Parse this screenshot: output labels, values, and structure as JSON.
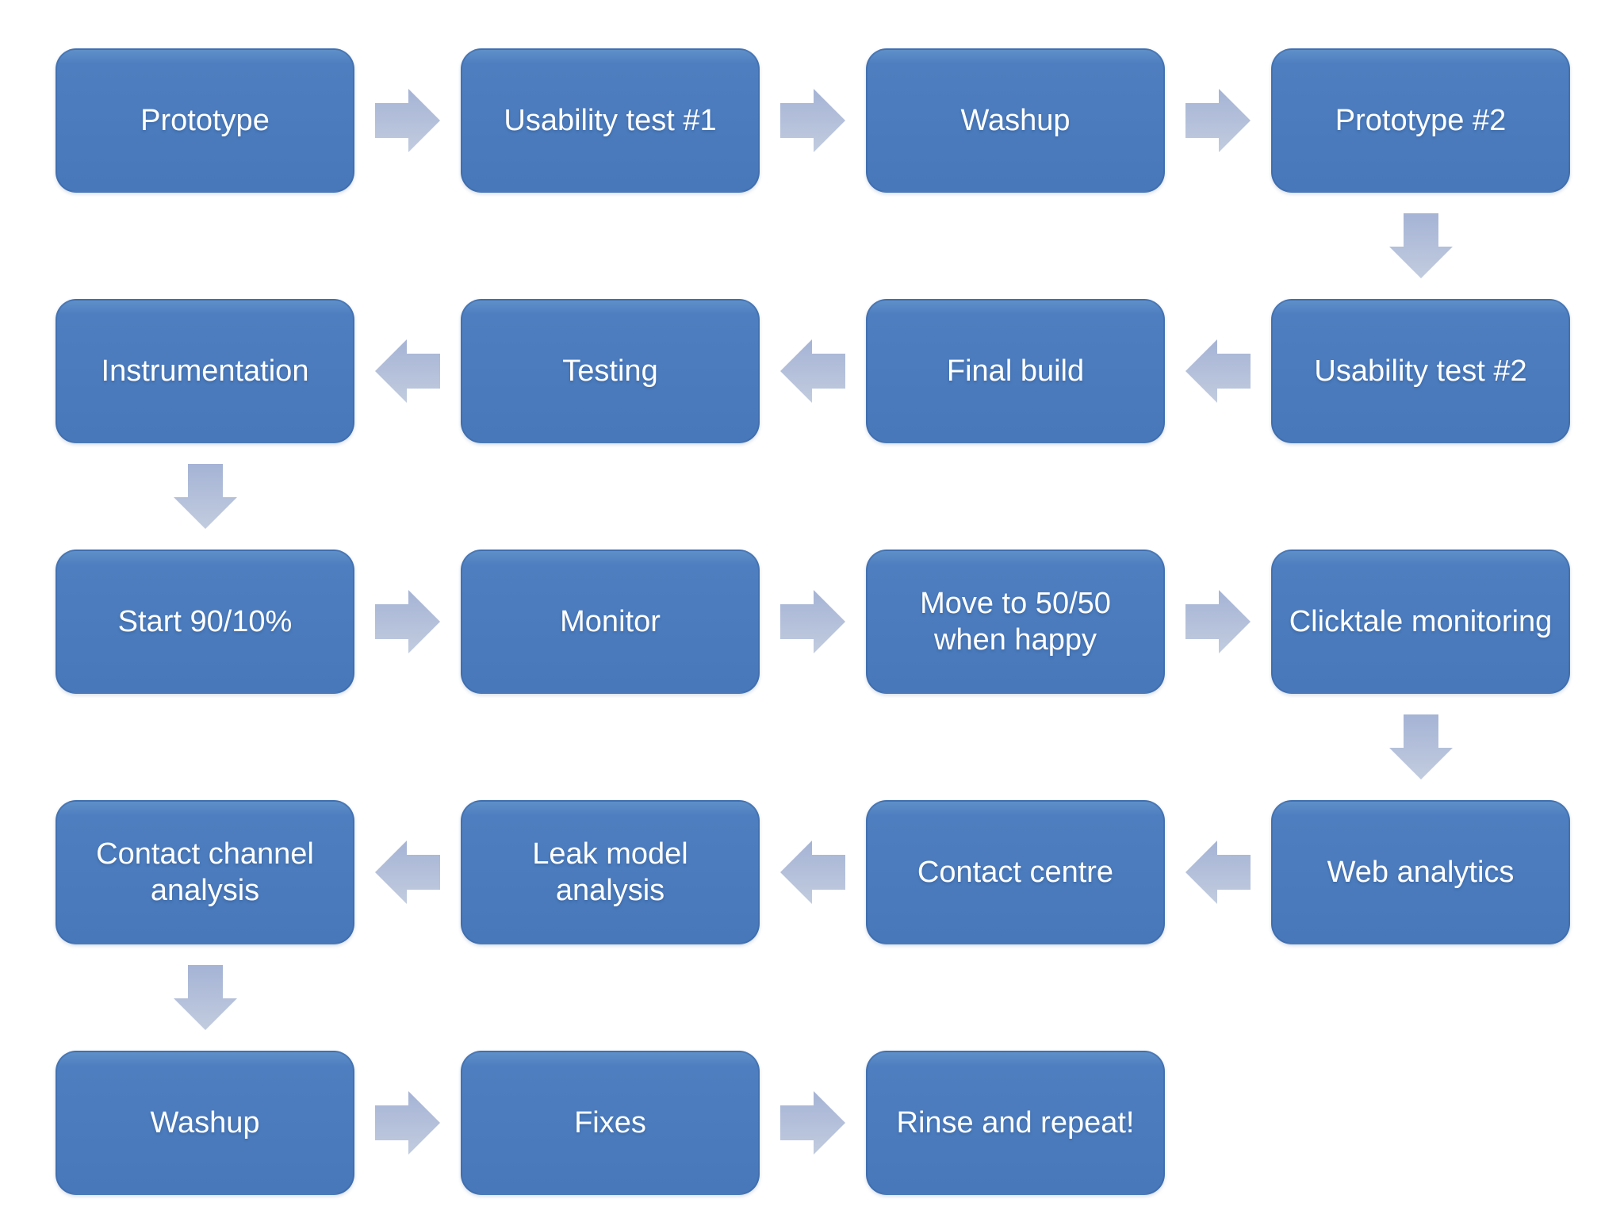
{
  "diagram": {
    "type": "flowchart",
    "background_color": "#ffffff",
    "node_fill_color": "#4c7cbd",
    "node_border_color": "#3e6cad",
    "node_text_color": "#ffffff",
    "arrow_fill_color": "#aebdd9",
    "nodes": [
      {
        "id": "prototype",
        "label": "Prototype",
        "row": 0,
        "col": 0
      },
      {
        "id": "usability-test-1",
        "label": "Usability test #1",
        "row": 0,
        "col": 1
      },
      {
        "id": "washup",
        "label": "Washup",
        "row": 0,
        "col": 2
      },
      {
        "id": "prototype-2",
        "label": "Prototype #2",
        "row": 0,
        "col": 3
      },
      {
        "id": "usability-test-2",
        "label": "Usability test #2",
        "row": 1,
        "col": 3
      },
      {
        "id": "final-build",
        "label": "Final build",
        "row": 1,
        "col": 2
      },
      {
        "id": "testing",
        "label": "Testing",
        "row": 1,
        "col": 1
      },
      {
        "id": "instrumentation",
        "label": "Instrumentation",
        "row": 1,
        "col": 0
      },
      {
        "id": "start-90-10",
        "label": "Start 90/10%",
        "row": 2,
        "col": 0
      },
      {
        "id": "monitor",
        "label": "Monitor",
        "row": 2,
        "col": 1
      },
      {
        "id": "move-to-50-50-when-happy",
        "label": "Move to 50/50 when happy",
        "row": 2,
        "col": 2
      },
      {
        "id": "clicktale-monitoring",
        "label": "Clicktale monitoring",
        "row": 2,
        "col": 3
      },
      {
        "id": "web-analytics",
        "label": "Web analytics",
        "row": 3,
        "col": 3
      },
      {
        "id": "contact-centre",
        "label": "Contact centre",
        "row": 3,
        "col": 2
      },
      {
        "id": "leak-model-analysis",
        "label": "Leak model analysis",
        "row": 3,
        "col": 1
      },
      {
        "id": "contact-channel-analysis",
        "label": "Contact channel analysis",
        "row": 3,
        "col": 0
      },
      {
        "id": "washup-2",
        "label": "Washup",
        "row": 4,
        "col": 0
      },
      {
        "id": "fixes",
        "label": "Fixes",
        "row": 4,
        "col": 1
      },
      {
        "id": "rinse-and-repeat",
        "label": "Rinse and repeat!",
        "row": 4,
        "col": 2
      }
    ],
    "arrows": [
      {
        "dir": "right",
        "row": 0,
        "gap": 0
      },
      {
        "dir": "right",
        "row": 0,
        "gap": 1
      },
      {
        "dir": "right",
        "row": 0,
        "gap": 2
      },
      {
        "dir": "down",
        "row": 0,
        "col": 3
      },
      {
        "dir": "left",
        "row": 1,
        "gap": 2
      },
      {
        "dir": "left",
        "row": 1,
        "gap": 1
      },
      {
        "dir": "left",
        "row": 1,
        "gap": 0
      },
      {
        "dir": "down",
        "row": 1,
        "col": 0
      },
      {
        "dir": "right",
        "row": 2,
        "gap": 0
      },
      {
        "dir": "right",
        "row": 2,
        "gap": 1
      },
      {
        "dir": "right",
        "row": 2,
        "gap": 2
      },
      {
        "dir": "down",
        "row": 2,
        "col": 3
      },
      {
        "dir": "left",
        "row": 3,
        "gap": 2
      },
      {
        "dir": "left",
        "row": 3,
        "gap": 1
      },
      {
        "dir": "left",
        "row": 3,
        "gap": 0
      },
      {
        "dir": "down",
        "row": 3,
        "col": 0
      },
      {
        "dir": "right",
        "row": 4,
        "gap": 0
      },
      {
        "dir": "right",
        "row": 4,
        "gap": 1
      }
    ],
    "flow_sequence": [
      "Prototype",
      "Usability test #1",
      "Washup",
      "Prototype #2",
      "Usability test #2",
      "Final build",
      "Testing",
      "Instrumentation",
      "Start 90/10%",
      "Monitor",
      "Move to 50/50 when happy",
      "Clicktale monitoring",
      "Web analytics",
      "Contact centre",
      "Leak model analysis",
      "Contact channel analysis",
      "Washup",
      "Fixes",
      "Rinse and repeat!"
    ]
  }
}
